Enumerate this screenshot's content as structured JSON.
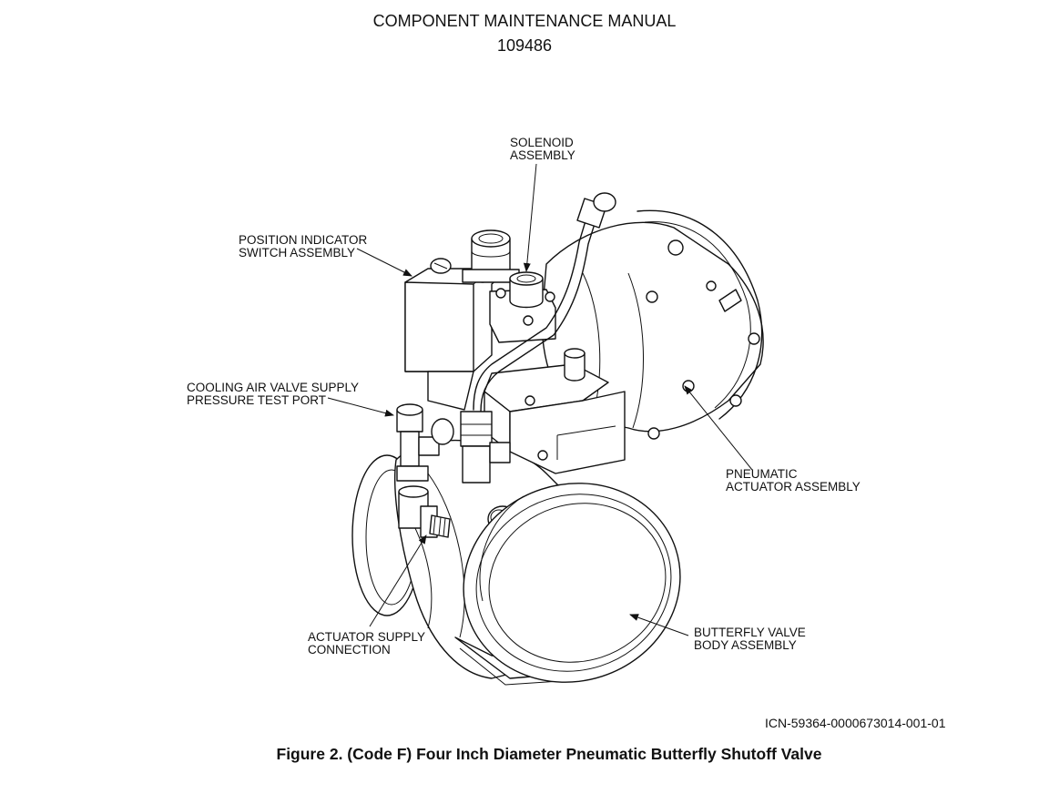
{
  "header": {
    "title": "COMPONENT MAINTENANCE MANUAL",
    "doc_number": "109486"
  },
  "figure": {
    "labels": {
      "solenoid": [
        "SOLENOID",
        "ASSEMBLY"
      ],
      "position_indicator": [
        "POSITION INDICATOR",
        "SWITCH ASSEMBLY"
      ],
      "cooling_air": [
        "COOLING AIR VALVE SUPPLY",
        "PRESSURE TEST PORT"
      ],
      "pneumatic_actuator": [
        "PNEUMATIC",
        "ACTUATOR ASSEMBLY"
      ],
      "actuator_supply": [
        "ACTUATOR SUPPLY",
        "CONNECTION"
      ],
      "butterfly_body": [
        "BUTTERFLY VALVE",
        "BODY ASSEMBLY"
      ]
    },
    "icn": "ICN-59364-0000673014-001-01",
    "caption": "Figure 2. (Code F) Four Inch Diameter Pneumatic Butterfly Shutoff Valve"
  }
}
